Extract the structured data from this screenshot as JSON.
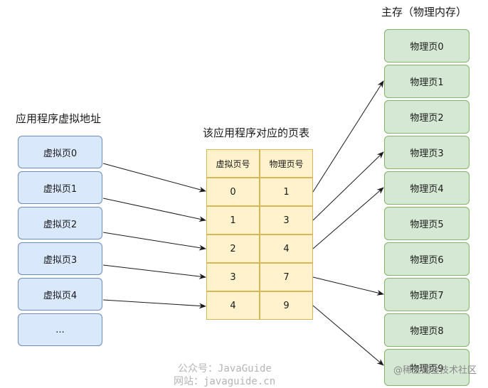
{
  "virtual": {
    "title": "应用程序虚拟地址",
    "pages": [
      "虚拟页0",
      "虚拟页1",
      "虚拟页2",
      "虚拟页3",
      "虚拟页4",
      "..."
    ]
  },
  "table": {
    "title": "该应用程序对应的页表",
    "headers": [
      "虚拟页号",
      "物理页号"
    ],
    "rows": [
      [
        "0",
        "1"
      ],
      [
        "1",
        "3"
      ],
      [
        "2",
        "4"
      ],
      [
        "3",
        "7"
      ],
      [
        "4",
        "9"
      ]
    ]
  },
  "physical": {
    "title": "主存（物理内存）",
    "pages": [
      "物理页0",
      "物理页1",
      "物理页2",
      "物理页3",
      "物理页4",
      "物理页5",
      "物理页6",
      "物理页7",
      "物理页8",
      "物理页9"
    ]
  },
  "watermark": {
    "line1": "公众号：JavaGuide",
    "line2": "网站：javaguide.cn",
    "site": "@稀土掘金技术社区"
  }
}
